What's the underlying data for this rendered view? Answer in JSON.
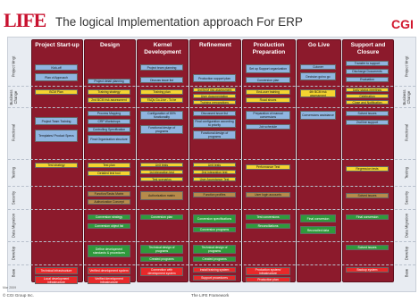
{
  "header": {
    "logo_text": "LIFE",
    "title": "The logical Implementation approach For ERP",
    "brand": "CGI",
    "brand_color": "#d1172e",
    "phase_color": "#8c1a2c"
  },
  "rows": [
    {
      "label": "Project Mngt"
    },
    {
      "label": "Business Change"
    },
    {
      "label": "Functional"
    },
    {
      "label": "Testing"
    },
    {
      "label": "Security"
    },
    {
      "label": "Data Migration"
    },
    {
      "label": "Develop"
    },
    {
      "label": "Base"
    }
  ],
  "phases": [
    {
      "name": "Project Start-up"
    },
    {
      "name": "Design"
    },
    {
      "name": "Kernel Development"
    },
    {
      "name": "Refinement"
    },
    {
      "name": "Production Preparation"
    },
    {
      "name": "Go Live"
    },
    {
      "name": "Support and Closure"
    }
  ],
  "cells": {
    "c0_pm_1": "Kick-off",
    "c0_pm_2": "Plan of Approach",
    "c1_pm_1": "Project detail planning",
    "c2_pm_1": "Project team planning",
    "c2_pm_2": "Discuss issue list",
    "c3_pm_1": "Production support plan",
    "c4_pm_1": "Set up Support organization",
    "c4_pm_2": "Conversion plan",
    "c5_pm_1": "Cutover",
    "c5_pm_2": "Decision go/no go",
    "c6_pm_1": "Transfer to support",
    "c6_pm_2": "Discharge Documents",
    "c6_pm_3": "Evaluation",
    "c0_bc_1": "BCM Plan",
    "c1_bc_1": "Training strategy",
    "c1_bc_2": "2nd BCM risk assessment",
    "c2_bc_1": "Training plan",
    "c2_bc_2": "FAQs Go-Live - To be",
    "c3_bc_1": "3rd BCM risk assessment",
    "c3_bc_2": "User documentation",
    "c3_bc_3": "Training preparations",
    "c4_bc_1": "End-user training",
    "c4_bc_2": "Road shows",
    "c5_bc_1": "4th BCM risk assessment",
    "c6_bc_1": "Daily status meetings",
    "c6_bc_2": "Celebration",
    "c6_bc_3": "Close and Notification",
    "c0_fn_1": "Project Team Training",
    "c0_fn_2": "Templates/ Product Specs",
    "c1_fn_1": "Process Mapping",
    "c1_fn_2": "CRP Workshops",
    "c1_fn_3": "Controlling Specification",
    "c1_fn_4": "Final Organization structure",
    "c2_fn_1": "Configuration of 80% functionality",
    "c2_fn_2": "Functional design of programs",
    "c3_fn_1": "Discussed issue list",
    "c3_fn_2": "Final configuration according to priority",
    "c3_fn_3": "Functional design of programs",
    "c4_fn_1": "Preparation of manual conversions",
    "c4_fn_2": "Job schedule",
    "c5_fn_1": "Conversions assistance",
    "c6_fn_1": "Solved issues",
    "c6_fn_2": "2nd line support",
    "c0_ts_1": "Test strategy",
    "c1_ts_1": "Test plan",
    "c1_ts_2": "Detailed test tool",
    "c2_ts_1": "Unit tests",
    "c2_ts_2": "1st integration test",
    "c2_ts_3": "Test scenarios",
    "c3_ts_1": "Unit tests",
    "c3_ts_2": "2nd integration test",
    "c3_ts_3": "User Acceptance Test",
    "c4_ts_1": "Performance Test",
    "c6_ts_1": "Regression tests",
    "c1_se_1": "Function/Tasks Matrix",
    "c1_se_2": "Authorization Concept",
    "c2_se_1": "Authorization matrix",
    "c3_se_1": "Function profiles",
    "c4_se_1": "User login accounts",
    "c6_se_1": "Solved issues",
    "c1_dm_1": "Conversion strategy",
    "c1_dm_2": "Conversion object list",
    "c2_dm_1": "Conversion plan",
    "c3_dm_1": "Conversion specifications",
    "c3_dm_2": "Conversion programs",
    "c4_dm_1": "Test conversions",
    "c4_dm_2": "Reconciliations",
    "c5_dm_1": "Final conversion",
    "c5_dm_2": "Reconciled data",
    "c6_dm_1": "Final conversion",
    "c1_dv_1": "Define development standards & procedures",
    "c2_dv_1": "Technical design of programs",
    "c2_dv_2": "Created programs",
    "c3_dv_1": "Technical design of programs",
    "c3_dv_2": "Created programs",
    "c6_dv_1": "Solved issues",
    "c0_bs_1": "Technical infrastructure",
    "c0_bs_2": "Local development infrastructure",
    "c1_bs_1": "Verified development system",
    "c1_bs_2": "Verified development infrastructure",
    "c2_bs_1": "Connection with development system",
    "c3_bs_1": "Install training system",
    "c3_bs_2": "Support procedures",
    "c4_bs_1": "Production system/ infrastructure",
    "c4_bs_2": "Production plan",
    "c6_bs_1": "Backup system"
  },
  "footer": {
    "left": "© CGI Group Inc.",
    "center": "The LIFE Framework",
    "note": "Mar 2009"
  }
}
